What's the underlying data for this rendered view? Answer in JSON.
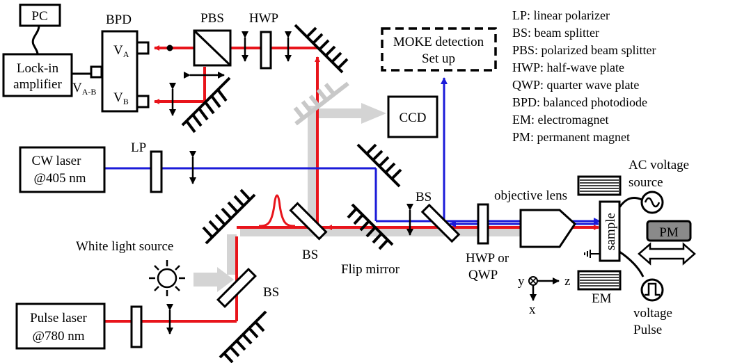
{
  "labels": {
    "pc": "PC",
    "bpd": "BPD",
    "pbs": "PBS",
    "hwp_top": "HWP",
    "lockin_line1": "Lock-in",
    "lockin_line2": "amplifier",
    "va": "V",
    "va_sub": "A",
    "vb": "V",
    "vb_sub": "B",
    "vab": "V",
    "vab_sub": "A-B",
    "moke_line1": "MOKE detection",
    "moke_line2": "Set up",
    "ccd": "CCD",
    "cw_line1": "CW laser",
    "cw_line2": "@405 nm",
    "lp": "LP",
    "white_light": "White light source",
    "bs_main": "BS",
    "bs_right": "BS",
    "bs_bottom": "BS",
    "flip_mirror": "Flip mirror",
    "objective_lens": "objective lens",
    "hwp_qwp_line1": "HWP or",
    "hwp_qwp_line2": "QWP",
    "sample": "sample",
    "pm": "PM",
    "em": "EM",
    "ac_line1": "AC voltage",
    "ac_line2": "source",
    "voltage_line1": "voltage",
    "voltage_line2": "Pulse",
    "pulse_line1": "Pulse laser",
    "pulse_line2": "@780 nm",
    "axis_y": "y",
    "axis_z": "z",
    "axis_x": "x"
  },
  "legend": [
    "LP: linear polarizer",
    "BS: beam splitter",
    "PBS: polarized beam splitter",
    "HWP: half-wave plate",
    "QWP: quarter wave plate",
    "BPD: balanced photodiode",
    "EM: electromagnet",
    "PM: permanent magnet"
  ],
  "colors": {
    "red_beam": "#e8141b",
    "blue_beam": "#1b1bd9",
    "gray_beam": "#d4d4d4",
    "pm_fill": "#8a8a8a",
    "ink": "#000000"
  }
}
